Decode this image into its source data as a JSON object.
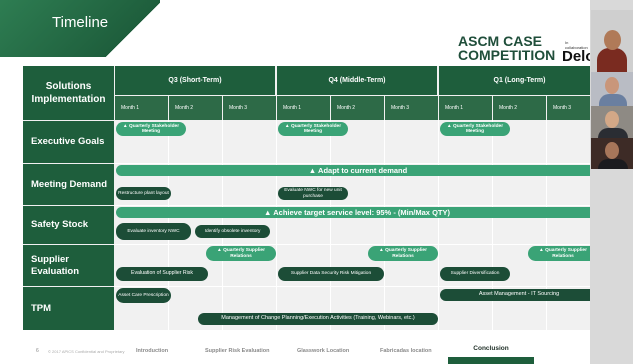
{
  "slide": {
    "title": "Timeline",
    "brand_line1": "ASCM CASE",
    "brand_line2": "COMPETITION",
    "collab_text": "In collaboration",
    "sponsor": "Delo"
  },
  "table": {
    "corner": "Solutions Implementation",
    "quarters": [
      "Q3 (Short-Term)",
      "Q4 (Middle-Term)",
      "Q1 (Long-Term)"
    ],
    "months": [
      "Month 1",
      "Month 2",
      "Month 3",
      "Month 1",
      "Month 2",
      "Month 3",
      "Month 1",
      "Month 2",
      "Month 3"
    ],
    "rows": [
      "Executive Goals",
      "Meeting Demand",
      "Safety Stock",
      "Supplier Evaluation",
      "TPM"
    ],
    "exec_pills": [
      "▲ Quarterly Stakeholder Meeting",
      "▲ Quarterly Stakeholder Meeting",
      "▲ Quarterly Stakeholder Meeting"
    ],
    "demand_band": "▲  Adapt to current demand",
    "demand_items": [
      "Restructure plant layout",
      "Evaluate NWC for new unit purchase"
    ],
    "safety_band": "▲ Achieve target service level: 95% - (Min/Max QTY)",
    "safety_items": [
      "Evaluate inventory NWC",
      "Identify obsolete inventory"
    ],
    "supplier_pills": [
      "▲ Quarterly Supplier Relations",
      "▲ Quarterly Supplier Relations",
      "▲ Quarterly Supplier Relations"
    ],
    "supplier_items": [
      "Evaluation of Supplier Risk",
      "Supplier Data Security Risk Mitigation",
      "Supplier Diversification"
    ],
    "tpm_items": [
      "Asset Care Prescription",
      "Asset Management - IT Sourcing",
      "Management of Change Planning/Execution Activities (Training, Webinars, etc.)"
    ]
  },
  "footer": {
    "page": "6",
    "copyright": "© 2017 APICS Confidential and Proprietary",
    "nav": [
      "Introduction",
      "Supplier Risk Evaluation",
      "Glasswork Location",
      "Fabricadas location",
      "Conclusion"
    ]
  },
  "colors": {
    "dark_green": "#1e5e3c",
    "mid_green": "#2d6a47",
    "accent_green": "#3aa376",
    "pill_dark": "#1c4d37"
  },
  "participants": [
    "participant-video-1",
    "participant-video-2",
    "participant-video-3",
    "participant-video-4"
  ]
}
